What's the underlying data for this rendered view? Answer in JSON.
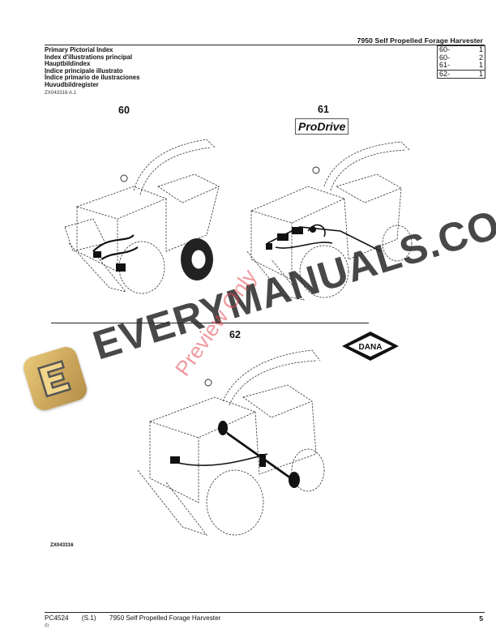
{
  "header": {
    "doc_title": "7950 Self Propelled Forage Harvester"
  },
  "index": {
    "titles": [
      "Primary Pictorial Index",
      "Index d'illustrations principal",
      "Hauptbildindex",
      "Indice principale illustrato",
      "Índice primario de ilustraciones",
      "Huvudbildregister"
    ],
    "refs": [
      {
        "group": "60-",
        "page": "1"
      },
      {
        "group": "60-",
        "page": "2"
      },
      {
        "group": "61-",
        "page": "1"
      },
      {
        "group": "62-",
        "page": "1"
      }
    ],
    "figure_id": "ZX043316 A.1"
  },
  "figures": {
    "fig60_label": "60",
    "fig61_label": "61",
    "fig61_badge": "ProDrive",
    "fig62_label": "62",
    "dana_logo": "DANA",
    "figure_code": "ZX043316"
  },
  "footer": {
    "doc_code": "PC4524",
    "section": "(S.1)",
    "title": "7950 Self Propelled Forage Harvester",
    "sub": "(I)",
    "page_number": "5"
  },
  "watermark": {
    "brand": "EVERYMANUALS.COM",
    "preview": "Preview Only",
    "logo_letter": "E",
    "logo_color": "#d6b467"
  }
}
